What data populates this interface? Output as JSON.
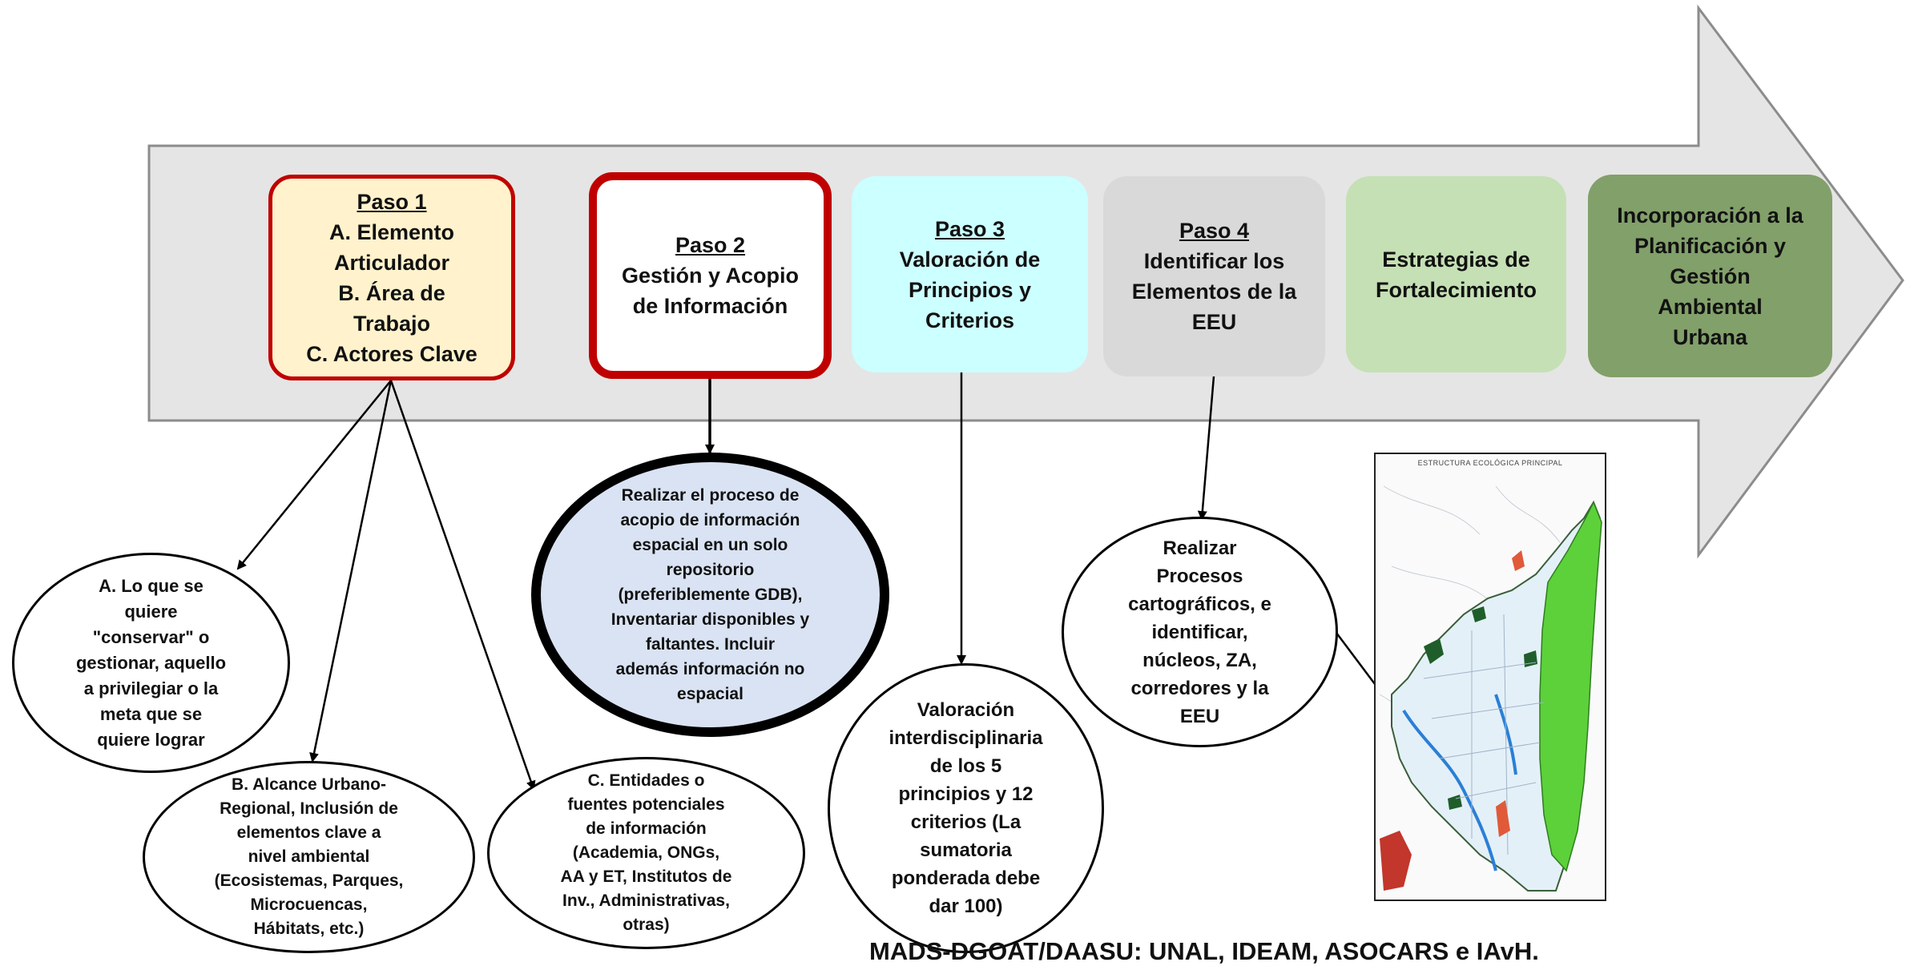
{
  "steps": {
    "paso1": {
      "title": "Paso 1",
      "l1": "A. Elemento",
      "l2": "Articulador",
      "l3": "B. Área de",
      "l4": "Trabajo",
      "l5": "C. Actores Clave"
    },
    "paso2": {
      "title": "Paso 2",
      "l1": "Gestión y Acopio",
      "l2": "de Información"
    },
    "paso3": {
      "title": "Paso 3",
      "l1": "Valoración de",
      "l2": "Principios y",
      "l3": "Criterios"
    },
    "paso4": {
      "title": "Paso 4",
      "l1": "Identificar los",
      "l2": "Elementos de la",
      "l3": "EEU"
    },
    "estrategias": {
      "l1": "Estrategias de",
      "l2": "Fortalecimiento"
    },
    "incorporacion": {
      "l1": "Incorporación a la",
      "l2": "Planificación y",
      "l3": "Gestión",
      "l4": "Ambiental",
      "l5": "Urbana"
    }
  },
  "ellipses": {
    "a": [
      "A. Lo que se",
      "quiere",
      "\"conservar\" o",
      "gestionar,  aquello",
      "a privilegiar o la",
      "meta que se",
      "quiere lograr"
    ],
    "b": [
      "B. Alcance Urbano-",
      "Regional, Inclusión de",
      "elementos clave a",
      "nivel ambiental",
      "(Ecosistemas, Parques,",
      "Microcuencas,",
      "Hábitats, etc.)"
    ],
    "c": [
      "C. Entidades o",
      "fuentes potenciales",
      "de información",
      "(Academia, ONGs,",
      "AA y ET, Institutos de",
      "Inv., Administrativas,",
      "otras)"
    ],
    "acopio": [
      "Realizar el proceso de",
      "acopio de información",
      "espacial en un solo",
      "repositorio",
      "(preferiblemente GDB),",
      "Inventariar disponibles y",
      "faltantes.  Incluir",
      "además información no",
      "espacial"
    ],
    "valoracion": [
      "Valoración",
      "interdisciplinaria",
      "de los 5",
      "principios y 12",
      "criterios (La",
      "sumatoria",
      "ponderada debe",
      "dar 100)"
    ],
    "procesos": [
      "Realizar",
      "Procesos",
      "cartográficos, e",
      "identificar,",
      "núcleos, ZA,",
      "corredores y la",
      "EEU"
    ]
  },
  "map": {
    "title": "ESTRUCTURA ECOLÓGICA PRINCIPAL"
  },
  "credit": "MADS-DGOAT/DAASU: UNAL, IDEAM, ASOCARS e IAvH.",
  "colors": {
    "arrow_fill": "#e5e5e5",
    "arrow_stroke": "#8c8c8c",
    "paso1_fill": "#fff2cc",
    "red_border": "#c00000",
    "paso3_fill": "#ccffff",
    "paso4_fill": "#d9d9d9",
    "estrategias_fill": "#c5e0b4",
    "incorporacion_fill": "#82a06a",
    "acopio_fill": "#dae3f3"
  }
}
